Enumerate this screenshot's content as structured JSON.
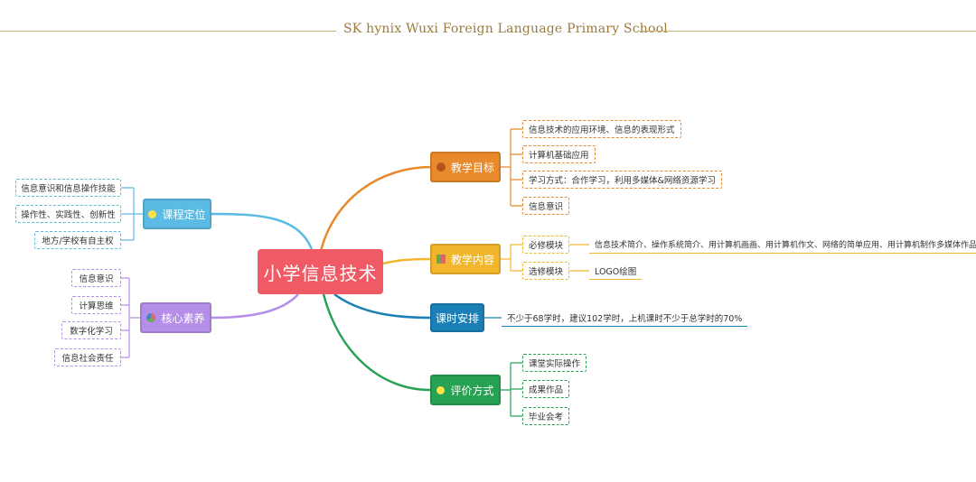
{
  "header": {
    "title": "SK hynix Wuxi Foreign Language Primary School"
  },
  "colors": {
    "root": "#ef5a64",
    "goals": "#e8892b",
    "content": "#f2b62c",
    "hours": "#1a7fb5",
    "evaluation": "#27a153",
    "positioning": "#5cbbe4",
    "literacy": "#b48ee8",
    "header_accent": "#c9b07a"
  },
  "mindmap": {
    "root": {
      "label": "小学信息技术"
    },
    "branches": {
      "goals": {
        "label": "教学目标",
        "icon": "circle-icon",
        "items": [
          "信息技术的应用环境、信息的表现形式",
          "计算机基础应用",
          "学习方式：合作学习，利用多媒体&网络资源学习",
          "信息意识"
        ]
      },
      "content": {
        "label": "教学内容",
        "icon": "grid-icon",
        "items": [
          {
            "label": "必修模块",
            "detail": "信息技术简介、操作系统简介、用计算机画画、用计算机作文、网络的简单应用、用计算机制作多媒体作品"
          },
          {
            "label": "选修模块",
            "detail": "LOGO绘图"
          }
        ]
      },
      "hours": {
        "label": "课时安排",
        "items": [
          "不少于68学时，建议102学时，上机课时不少于总学时的70%"
        ]
      },
      "evaluation": {
        "label": "评价方式",
        "icon": "bulb-icon",
        "items": [
          "课堂实际操作",
          "成果作品",
          "毕业会考"
        ]
      },
      "positioning": {
        "label": "课程定位",
        "icon": "bulb-icon",
        "items": [
          "信息意识和信息操作技能",
          "操作性、实践性、创新性",
          "地方/学校有自主权"
        ]
      },
      "literacy": {
        "label": "核心素养",
        "icon": "palette-icon",
        "items": [
          "信息意识",
          "计算思维",
          "数字化学习",
          "信息社会责任"
        ]
      }
    }
  }
}
